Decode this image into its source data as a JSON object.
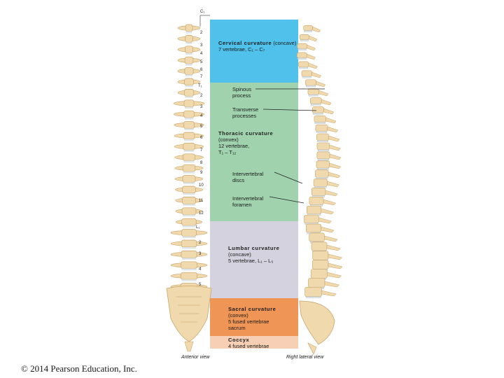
{
  "regions": [
    {
      "title": "Cervical curvature",
      "desc": "(concave)\n7 vertebrae, C₁ – C₇",
      "color": "#4fc1ea"
    },
    {
      "title": "Thoracic curvature",
      "desc": "(convex)\n12 vertebrae,\nT₁ – T₁₂",
      "color": "#9fd2ad"
    },
    {
      "title": "Lumbar curvature",
      "desc": "(concave)\n5 vertebrae, L₁ – L₅",
      "color": "#d4d2de"
    },
    {
      "title": "Sacral curvature",
      "desc": "(convex)\n5 fused vertebrae\nsacrum",
      "color": "#ef9556"
    },
    {
      "title": "Coccyx",
      "desc": "4 fused vertebrae",
      "color": "#f7cfb4"
    }
  ],
  "callouts": {
    "spinous": "Spinous\nprocess",
    "transverse": "Transverse\nprocesses",
    "discs": "Intervertebral\ndiscs",
    "foramen": "Intervertebral\nforamen"
  },
  "vertebra_labels": [
    "C₁",
    "2",
    "3",
    "4",
    "5",
    "6",
    "7",
    "T₁",
    "2",
    "3",
    "4",
    "5",
    "6",
    "7",
    "8",
    "9",
    "10",
    "11",
    "12",
    "L₁",
    "2",
    "3",
    "4",
    "5"
  ],
  "views": {
    "anterior": "Anterior view",
    "lateral": "Right lateral view"
  },
  "copyright": "© 2014 Pearson Education, Inc.",
  "colors": {
    "bone": "#efd9ad",
    "bone_dark": "#c9a46a",
    "disc": "#dfe6ea"
  }
}
